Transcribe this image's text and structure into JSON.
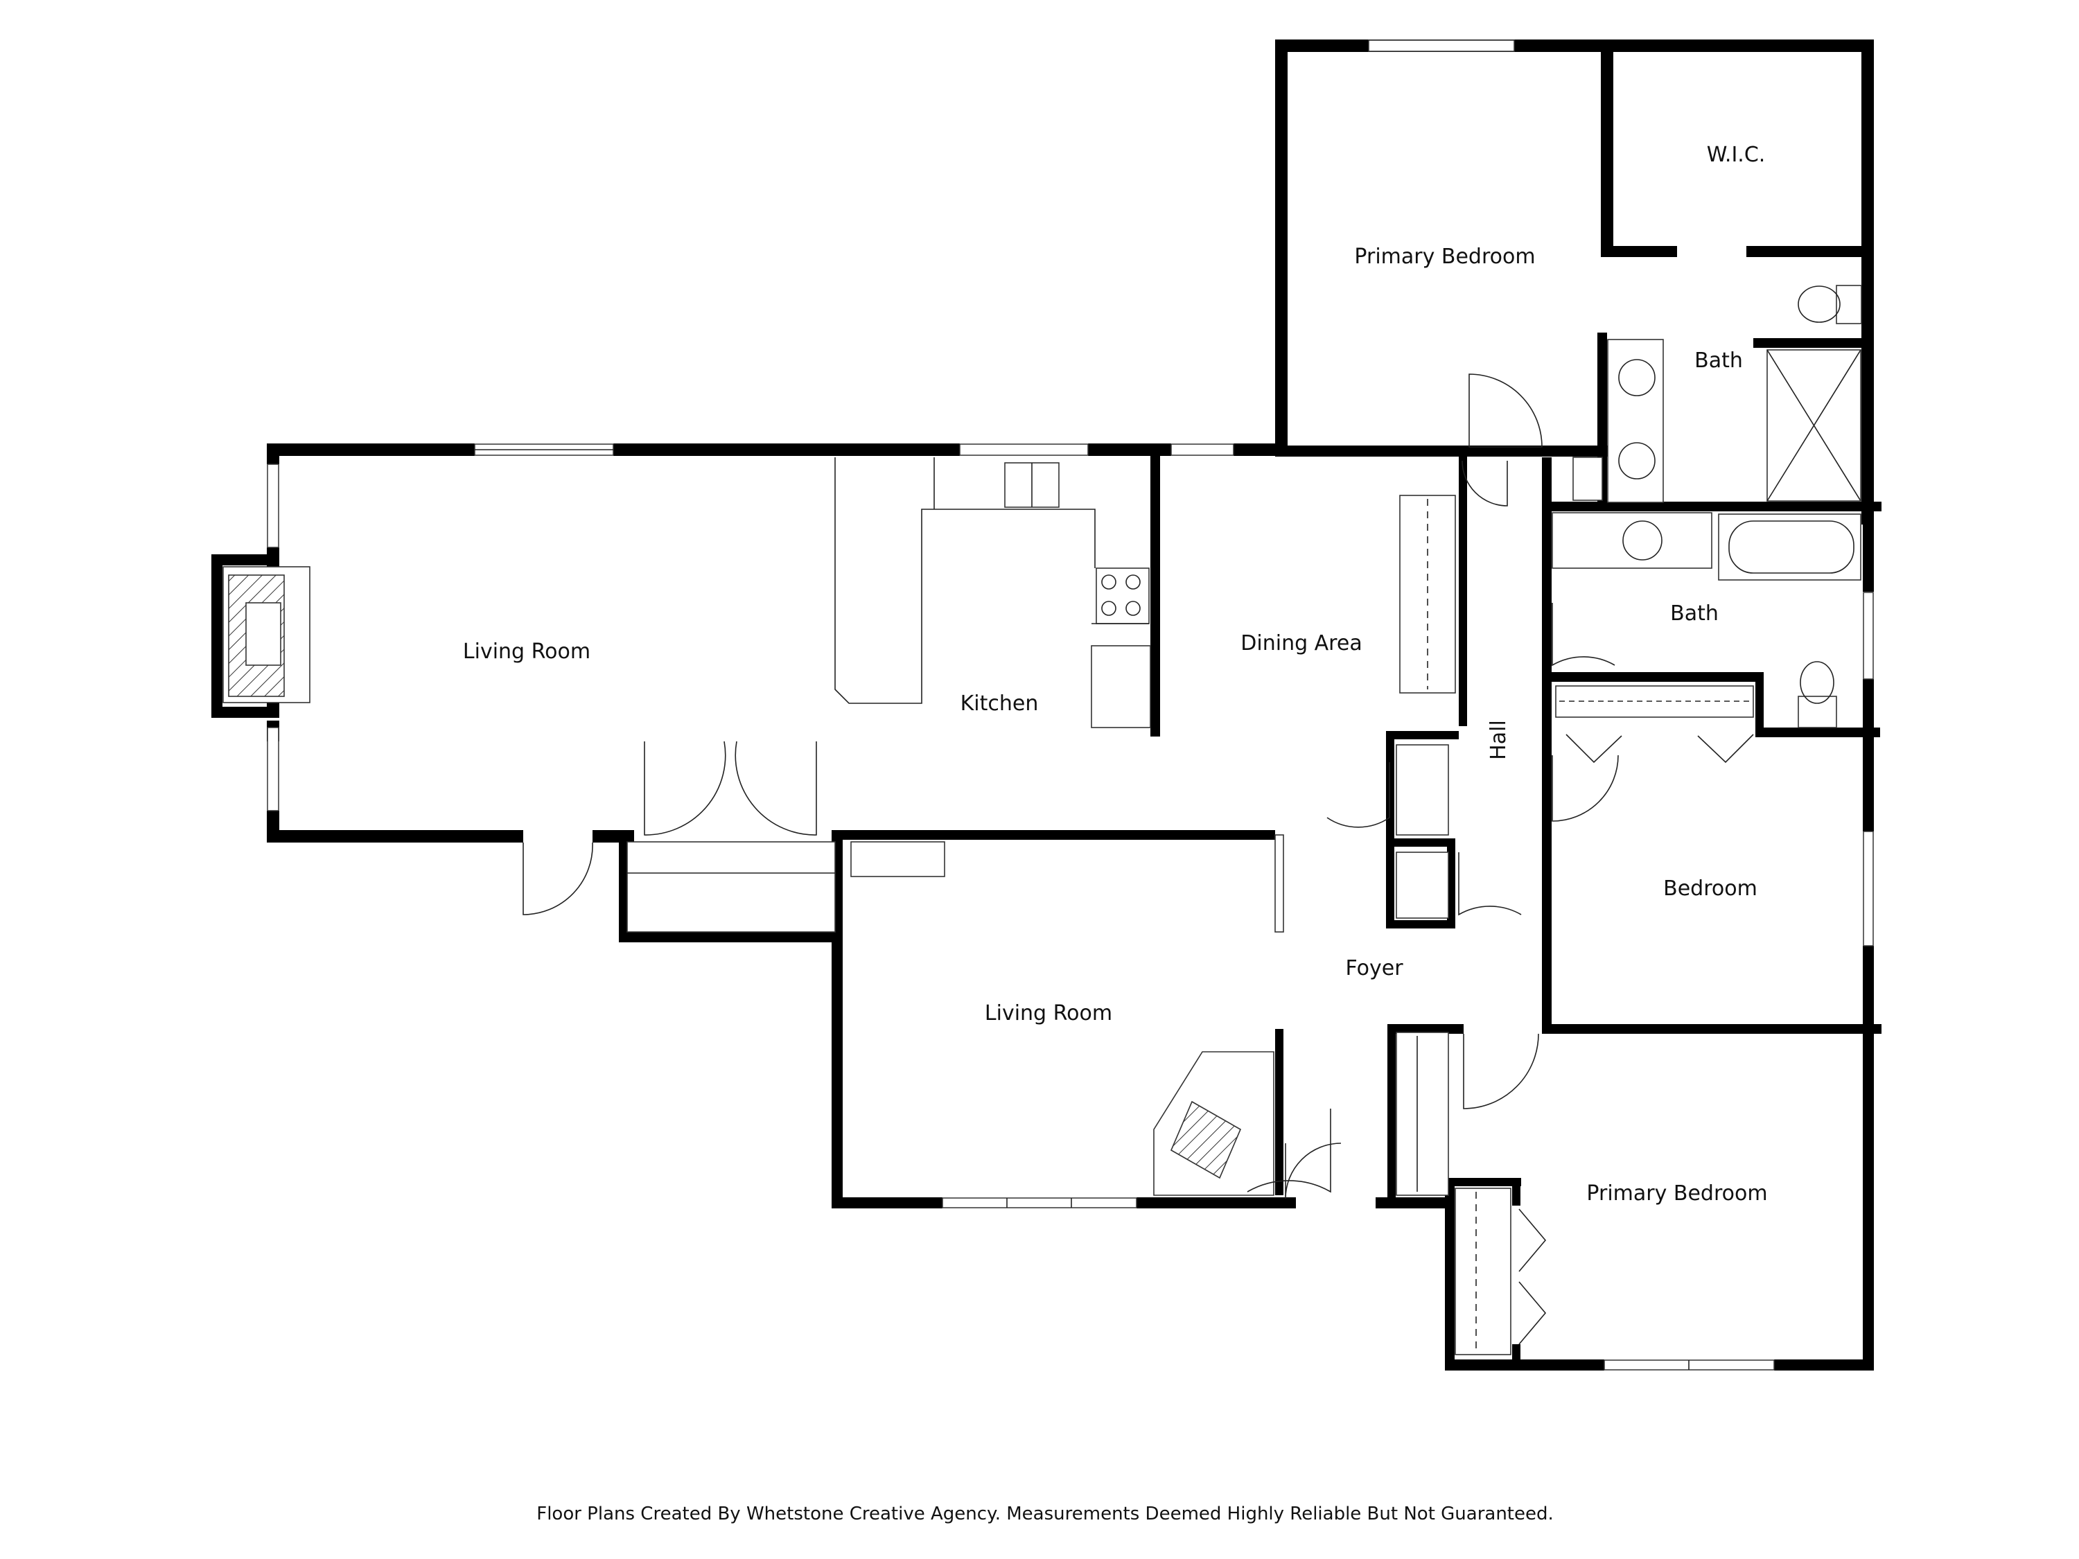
{
  "rooms": {
    "primary_bedroom_top": "Primary Bedroom",
    "wic": "W.I.C.",
    "bath_primary": "Bath",
    "living_room_west": "Living Room",
    "kitchen": "Kitchen",
    "dining_area": "Dining Area",
    "hall": "Hall",
    "bath_hall": "Bath",
    "bedroom": "Bedroom",
    "foyer": "Foyer",
    "living_room_south": "Living Room",
    "primary_bedroom_bottom": "Primary Bedroom"
  },
  "footer": "Floor Plans Created By Whetstone Creative Agency. Measurements Deemed Highly Reliable But Not Guaranteed.",
  "colors": {
    "wall": "#000000",
    "background": "#ffffff",
    "line": "#222222"
  }
}
